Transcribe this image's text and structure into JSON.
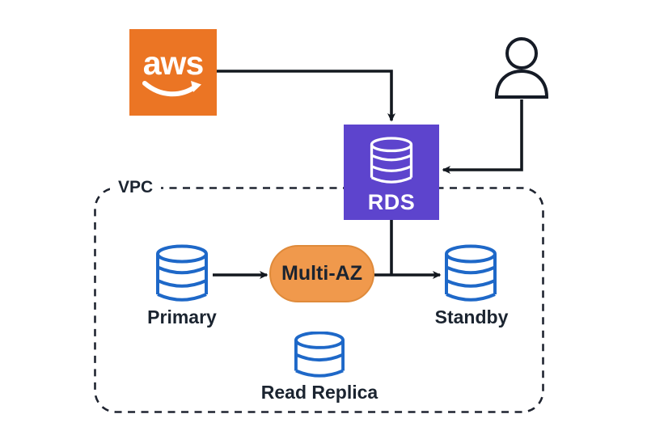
{
  "diagram": {
    "type": "aws-architecture-diagram",
    "nodes": {
      "aws_logo": {
        "label": "aws"
      },
      "user": {
        "icon": "user-icon"
      },
      "rds": {
        "label": "RDS"
      },
      "vpc": {
        "label": "VPC"
      },
      "primary_db": {
        "label": "Primary"
      },
      "multi_az": {
        "label": "Multi-AZ"
      },
      "standby_db": {
        "label": "Standby"
      },
      "read_replica_db": {
        "label": "Read Replica"
      }
    },
    "connections": [
      {
        "from": "aws_logo",
        "to": "rds",
        "style": "elbow-arrow"
      },
      {
        "from": "user",
        "to": "rds",
        "style": "elbow-arrow"
      },
      {
        "from": "rds",
        "to": "replication-line",
        "style": "plain-line"
      },
      {
        "from": "primary_db",
        "to": "multi_az",
        "style": "arrow"
      },
      {
        "from": "multi_az",
        "to": "standby_db",
        "style": "arrow"
      }
    ],
    "colors": {
      "aws_orange": "#EB7524",
      "rds_purple": "#5D44CD",
      "multi_az_fill": "#F0994C",
      "multi_az_stroke": "#DF8A3A",
      "database_blue": "#1E68C8",
      "line_black": "#13181F",
      "text_dark": "#1B2430",
      "background": "#FFFFFF"
    }
  }
}
